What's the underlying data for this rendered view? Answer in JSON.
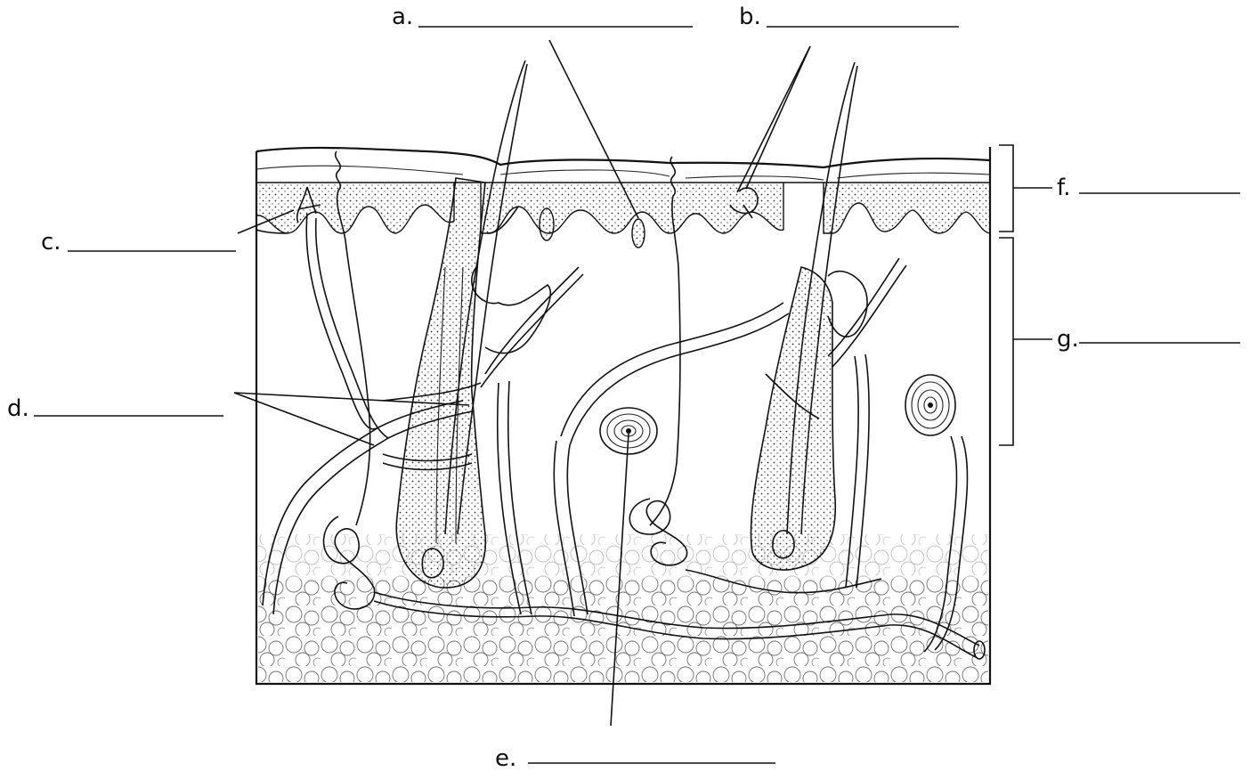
{
  "labels": {
    "a": "a.",
    "b": "b.",
    "c": "c.",
    "d": "d.",
    "e": "e.",
    "f": "f.",
    "g": "g."
  },
  "colors": {
    "ink": "#111111",
    "background": "#ffffff"
  }
}
